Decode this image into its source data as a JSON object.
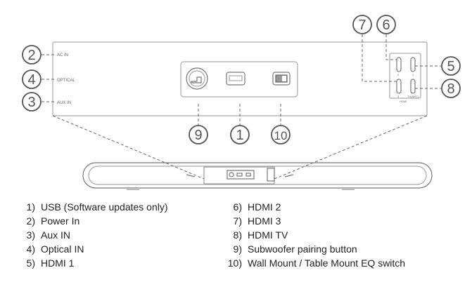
{
  "callouts": {
    "c1": "1",
    "c2": "2",
    "c3": "3",
    "c4": "4",
    "c5": "5",
    "c6": "6",
    "c7": "7",
    "c8": "8",
    "c9": "9",
    "c10": "10"
  },
  "panel_labels": {
    "ac_in": "AC IN",
    "optical": "OPTICAL",
    "aux_in": "AUX IN",
    "hdmi": "HDMI",
    "hdmi_1": "1",
    "hdmi_2": "2",
    "hdmi_3": "3",
    "hdmi_tv": "TV(ARC)"
  },
  "legend_left": [
    {
      "num": "1)",
      "text": "USB (Software updates only)"
    },
    {
      "num": "2)",
      "text": "Power In"
    },
    {
      "num": "3)",
      "text": "Aux IN"
    },
    {
      "num": "4)",
      "text": "Optical IN"
    },
    {
      "num": "5)",
      "text": "HDMI 1"
    }
  ],
  "legend_right": [
    {
      "num": "6)",
      "text": "HDMI 2"
    },
    {
      "num": "7)",
      "text": "HDMI 3"
    },
    {
      "num": "8)",
      "text": "HDMI TV"
    },
    {
      "num": "9)",
      "text": "Subwoofer pairing button"
    },
    {
      "num": "10)",
      "text": "Wall Mount / Table Mount EQ switch"
    }
  ],
  "colors": {
    "line": "#6b6b6b",
    "outline": "#9a9a9a",
    "callout": "#555555"
  }
}
